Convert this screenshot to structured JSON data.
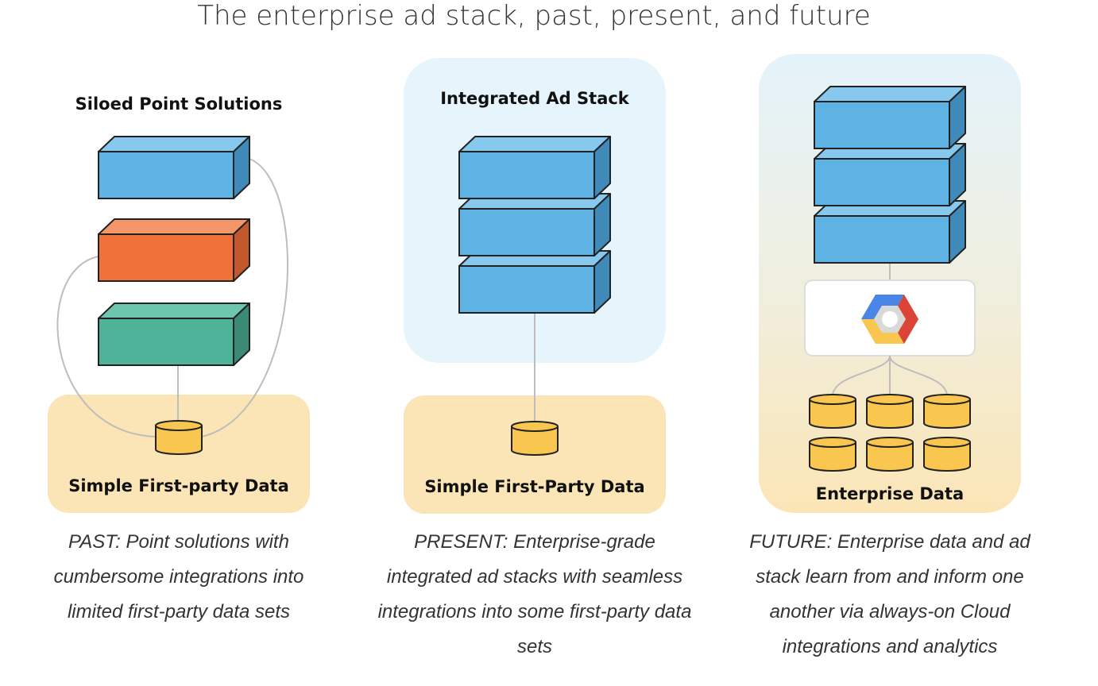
{
  "title": "The enterprise ad stack, past, present, and future",
  "colors": {
    "blue": "#5EB3E4",
    "orange": "#F07139",
    "green": "#4FB39A",
    "yellow": "#F9C74F",
    "data_bg": "#FBE5B6",
    "stack_bg": "#E6F4FB"
  },
  "panels": [
    {
      "heading": "Siloed Point Solutions",
      "data_label": "Simple First-party Data",
      "caption": "PAST: Point solutions with cumbersome integrations into limited first-party data sets"
    },
    {
      "heading": "Integrated Ad Stack",
      "data_label": "Simple First-Party Data",
      "caption": "PRESENT: Enterprise-grade integrated ad stacks with seamless integrations into some first-party data sets"
    },
    {
      "heading": "",
      "data_label": "Enterprise Data",
      "caption": "FUTURE: Enterprise data and ad stack learn from and inform one another via always-on Cloud integrations and analytics",
      "icon": "google-cloud-icon"
    }
  ]
}
